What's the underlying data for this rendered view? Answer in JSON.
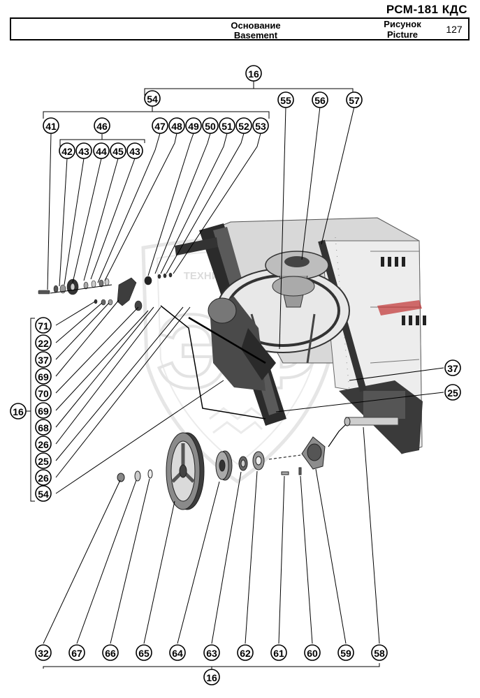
{
  "header": {
    "doc_code": "РСМ-181 КДС",
    "name_ru": "Основание",
    "name_en": "Basement",
    "picture_ru": "Рисунок",
    "picture_en": "Picture",
    "picture_number": "127"
  },
  "watermark": {
    "text": "ТЕХНИКА ДЛЯ ПОЛЯ",
    "letters": "ЭФ"
  },
  "callouts": {
    "top_group": "16",
    "sub_group": "54",
    "c41": "41",
    "c46": "46",
    "c47": "47",
    "c48": "48",
    "c49": "49",
    "c50": "50",
    "c51": "51",
    "c52": "52",
    "c53": "53",
    "c55": "55",
    "c56": "56",
    "c57": "57",
    "c42": "42",
    "c43a": "43",
    "c44": "44",
    "c45": "45",
    "c43b": "43",
    "left_group": "16",
    "left_list": [
      "71",
      "22",
      "37",
      "69",
      "70",
      "69",
      "68",
      "26",
      "25",
      "26",
      "54"
    ],
    "right_37": "37",
    "right_25": "25",
    "bottom_list": [
      "32",
      "67",
      "66",
      "65",
      "64",
      "63",
      "62",
      "61",
      "60",
      "59",
      "58"
    ],
    "bottom_group": "16"
  }
}
